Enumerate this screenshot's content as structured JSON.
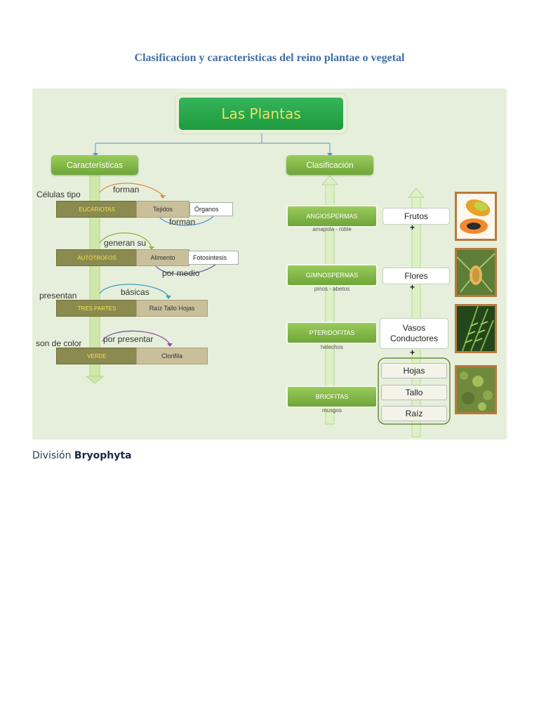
{
  "page_title": "Clasificacion y caracteristicas  del reino plantae o vegetal",
  "diagram": {
    "root": "Las Plantas",
    "left_header": "Características",
    "right_header": "Clasificación",
    "left_rows": [
      {
        "side_label": "Células tipo",
        "top_connector": "forman",
        "bottom_connector": "forman",
        "dark": "EUCARIOTAS",
        "tan": "Tejidos",
        "extra": "Órganos"
      },
      {
        "side_label": "",
        "top_connector": "generan su",
        "bottom_connector": "por medio",
        "dark": "AUTÓTROFOS",
        "tan": "Alimento",
        "extra": "Fotosintesis"
      },
      {
        "side_label": "presentan",
        "top_connector": "básicas",
        "bottom_connector": "",
        "dark": "TRES  PARTES",
        "tan": "Raíz    Tallo    Hojas",
        "extra": ""
      },
      {
        "side_label": "son de color",
        "top_connector": "por presentar",
        "bottom_connector": "",
        "dark": "VERDE",
        "tan": "Clorifila",
        "extra": ""
      }
    ],
    "divisions": [
      {
        "name": "ANGIOSPERMAS",
        "examples": "amapola  -  roble"
      },
      {
        "name": "GIMNOSPERMAS",
        "examples": "pinos  -  abetos"
      },
      {
        "name": "PTERIDOFITAS",
        "examples": "helechos"
      },
      {
        "name": "BRIOFITAS",
        "examples": "musgos"
      }
    ],
    "features": [
      "Frutos",
      "Flores",
      "Vasos Conductores"
    ],
    "base_parts": [
      "Hojas",
      "Tallo",
      "Raíz"
    ],
    "plus_sign": "+",
    "photos": [
      "papaya-photo",
      "pine-cone-photo",
      "fern-photo",
      "moss-photo"
    ]
  },
  "section_heading": {
    "prefix": "División ",
    "bold": "Bryophyta"
  }
}
